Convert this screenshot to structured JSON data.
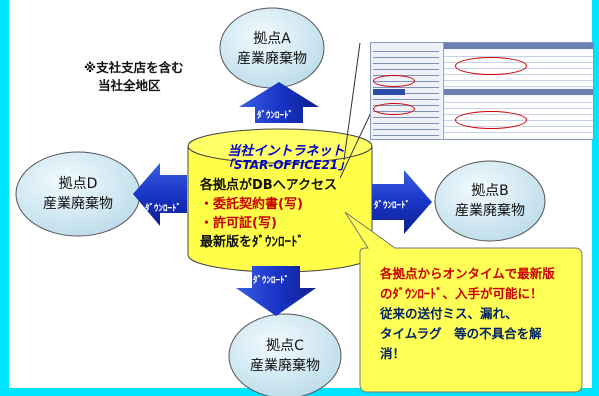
{
  "scope_note": {
    "line1": "※支社支店を含む",
    "line2": "当社全地区"
  },
  "nodes": {
    "a": {
      "line1": "拠点A",
      "line2": "産業廃棄物"
    },
    "b": {
      "line1": "拠点B",
      "line2": "産業廃棄物"
    },
    "c": {
      "line1": "拠点C",
      "line2": "産業廃棄物"
    },
    "d": {
      "line1": "拠点D",
      "line2": "産業廃棄物"
    }
  },
  "download_label": "ﾀﾞｳﾝﾛｰﾄﾞ",
  "intranet": {
    "title1": "当社イントラネット",
    "title2": "「STAR-OFFICE21」",
    "line1": "各拠点がDBへアクセス",
    "item1": "・委託契約書(写)",
    "item2": "・許可証(写)",
    "line4": "最新版をﾀﾞｳﾝﾛｰﾄﾞ"
  },
  "callout": {
    "line1": "各拠点からオンタイムで最新版",
    "line2": "のﾀﾞｳﾝﾛｰﾄﾞ、入手が可能に！",
    "line3": "従来の送付ミス、漏れ、",
    "line4": "タイムラグ　等の不具合を解",
    "line5": "消！"
  },
  "colors": {
    "frame": "#00e5ff",
    "node_fill": "#cfe8f2",
    "cylinder_fill": "#ffff4a",
    "arrow": "#1a35c8",
    "callout_fill": "#ffff55",
    "red_text": "#cc0000",
    "title_text": "#0000cc"
  }
}
